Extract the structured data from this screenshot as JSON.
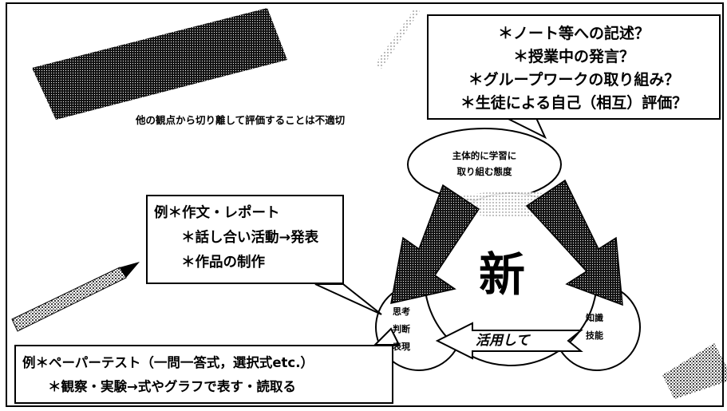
{
  "top_box": {
    "lines": [
      "＊ノート等への記述？",
      "＊授業中の発言？",
      "＊グループワークの取り組み？",
      "＊生徒による自己（相互）評価？"
    ]
  },
  "note": "他の観点から切り離して評価することは不適切",
  "ellipse_top": {
    "line1": "主体的に学習に",
    "line2": "取り組む態度"
  },
  "center_char": "新",
  "mid_box": {
    "line1": "例＊作文・レポート",
    "line2": "＊話し合い活動→発表",
    "line3": "＊作品の制作"
  },
  "circle_left": {
    "l1": "思考",
    "l2": "判断",
    "l3": "表現"
  },
  "circle_right": {
    "l1": "知識",
    "l2": "技能"
  },
  "arrow_label": "活用して",
  "bottom_box": {
    "line1": "例＊ペーパーテスト（一問一答式，選択式etc.）",
    "line2": "＊観察・実験→式やグラフで表す・読取る"
  },
  "colors": {
    "ink": "#000000",
    "paper": "#ffffff",
    "halftone": "#6a6a6a"
  },
  "icons": [
    "pencil-icon",
    "chalkboard-eraser-icon",
    "chalk-stick-icon"
  ]
}
